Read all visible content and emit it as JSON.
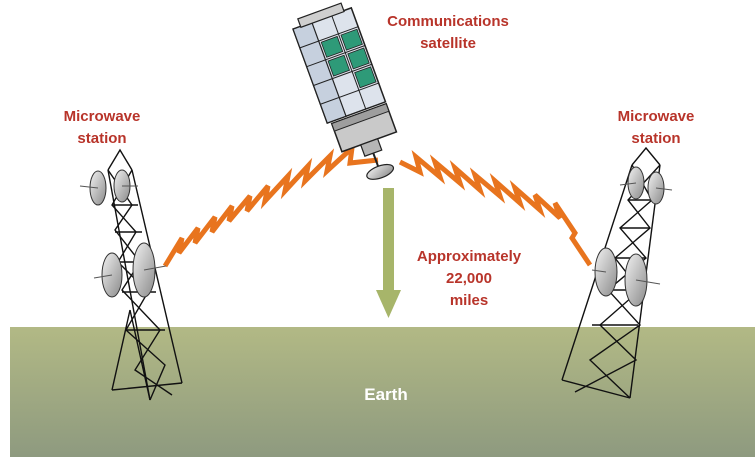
{
  "labels": {
    "satellite": [
      "Communications",
      "satellite"
    ],
    "station_left": [
      "Microwave",
      "station"
    ],
    "station_right": [
      "Microwave",
      "station"
    ],
    "distance": [
      "Approximately",
      "22,000",
      "miles"
    ],
    "earth": "Earth"
  },
  "icons": {
    "satellite": "satellite-icon",
    "tower_left": "microwave-tower-icon",
    "tower_right": "microwave-tower-icon",
    "signal_left": "lightning-signal-icon",
    "signal_right": "lightning-signal-icon",
    "arrow": "down-arrow-icon"
  },
  "colors": {
    "label": "#b8342a",
    "signal": "#e8741e",
    "arrow": "#a7b56a",
    "ground_top": "#b2b985",
    "ground_bottom": "#8e9a7f",
    "panel": "#2e9a78"
  }
}
